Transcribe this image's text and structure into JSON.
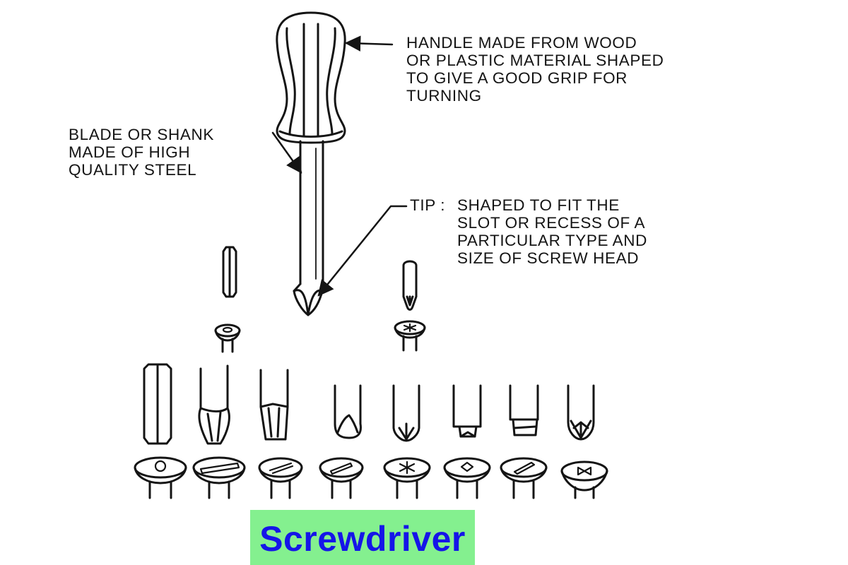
{
  "labels": {
    "handle": "HANDLE MADE FROM WOOD\nOR PLASTIC MATERIAL SHAPED\nTO GIVE A GOOD GRIP FOR\nTURNING",
    "blade": "BLADE OR SHANK\nMADE OF HIGH\nQUALITY STEEL",
    "tip_key": "TIP :",
    "tip_text": "SHAPED TO FIT THE\nSLOT OR RECESS OF A\nPARTICULAR TYPE AND\nSIZE OF SCREW HEAD"
  },
  "title": "Screwdriver",
  "colors": {
    "ink": "#141414",
    "title_text": "#1515e8",
    "title_background": "#84f08f"
  }
}
